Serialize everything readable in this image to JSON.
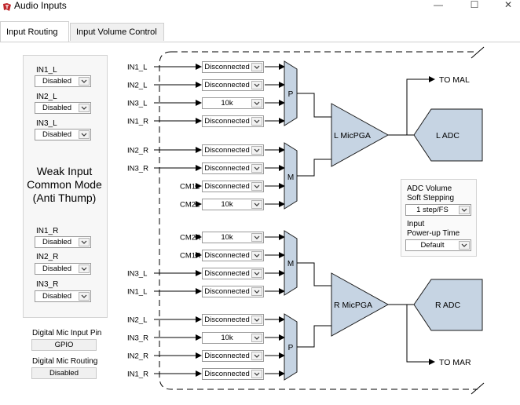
{
  "window": {
    "title": "Audio Inputs",
    "minimize": "—",
    "maximize": "☐",
    "close": "✕"
  },
  "tabs": [
    {
      "label": "Input Routing"
    },
    {
      "label": "Input Volume Control"
    }
  ],
  "common_mode": {
    "left_fields": [
      {
        "label": "IN1_L",
        "value": "Disabled"
      },
      {
        "label": "IN2_L",
        "value": "Disabled"
      },
      {
        "label": "IN3_L",
        "value": "Disabled"
      }
    ],
    "title_line1": "Weak Input",
    "title_line2": "Common Mode",
    "title_line3": "(Anti Thump)",
    "right_fields": [
      {
        "label": "IN1_R",
        "value": "Disabled"
      },
      {
        "label": "IN2_R",
        "value": "Disabled"
      },
      {
        "label": "IN3_R",
        "value": "Disabled"
      }
    ]
  },
  "digital_mic": {
    "input_pin_label": "Digital Mic Input Pin",
    "input_pin_value": "GPIO",
    "routing_label": "Digital Mic Routing",
    "routing_value": "Disabled"
  },
  "routing": {
    "rows": [
      {
        "label": "IN1_L",
        "value": "Disconnected"
      },
      {
        "label": "IN2_L",
        "value": "Disconnected"
      },
      {
        "label": "IN3_L",
        "value": "10k"
      },
      {
        "label": "IN1_R",
        "value": "Disconnected"
      },
      {
        "label": "IN2_R",
        "value": "Disconnected"
      },
      {
        "label": "IN3_R",
        "value": "Disconnected"
      },
      {
        "label": "CM1L",
        "value": "Disconnected"
      },
      {
        "label": "CM2L",
        "value": "10k"
      },
      {
        "label": "CM2R",
        "value": "10k"
      },
      {
        "label": "CM1R",
        "value": "Disconnected"
      },
      {
        "label": "IN3_L",
        "value": "Disconnected"
      },
      {
        "label": "IN1_L",
        "value": "Disconnected"
      },
      {
        "label": "IN2_L",
        "value": "Disconnected"
      },
      {
        "label": "IN3_R",
        "value": "10k"
      },
      {
        "label": "IN2_R",
        "value": "Disconnected"
      },
      {
        "label": "IN1_R",
        "value": "Disconnected"
      }
    ],
    "mux_labels": [
      "P",
      "M",
      "M",
      "P"
    ],
    "l_pga": "L MicPGA",
    "r_pga": "R MicPGA",
    "l_adc": "L ADC",
    "r_adc": "R ADC",
    "to_mal": "TO MAL",
    "to_mar": "TO MAR"
  },
  "adc_settings": {
    "volume_label_line1": "ADC Volume",
    "volume_label_line2": "Soft Stepping",
    "volume_value": "1 step/FS",
    "powerup_label_line1": "Input",
    "powerup_label_line2": "Power-up Time",
    "powerup_value": "Default"
  },
  "colors": {
    "block_fill": "#c6d4e3",
    "block_stroke": "#1a1a1a",
    "groupbox_bg": "#f7f7f7",
    "app_icon": "#c0282d"
  },
  "icons": {
    "app": "ti-logo-icon",
    "dropdown": "chevron-down-icon"
  }
}
